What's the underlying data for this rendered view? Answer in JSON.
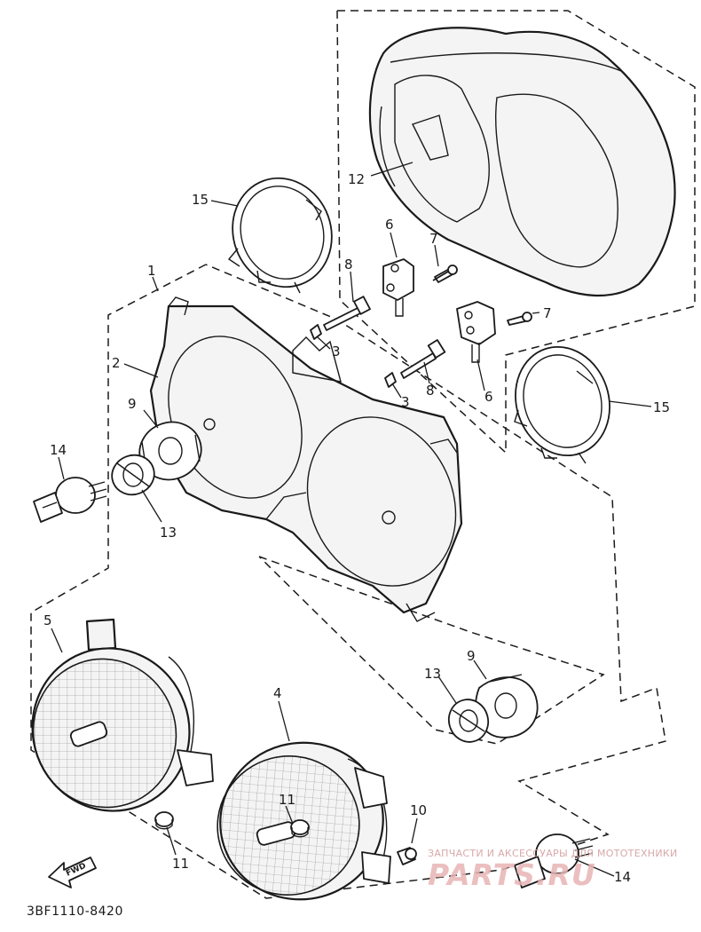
{
  "diagram": {
    "callouts": {
      "c1": "1",
      "c2": "2",
      "c3a": "3",
      "c3b": "3",
      "c4": "4",
      "c5": "5",
      "c6a": "6",
      "c6b": "6",
      "c7a": "7",
      "c7b": "7",
      "c8a": "8",
      "c8b": "8",
      "c9a": "9",
      "c9b": "9",
      "c10": "10",
      "c11a": "11",
      "c11b": "11",
      "c12": "12",
      "c13a": "13",
      "c13b": "13",
      "c14a": "14",
      "c14b": "14",
      "c15a": "15",
      "c15b": "15"
    },
    "fwd_label": "FWD",
    "drawing_code": "3BF1110-8420"
  },
  "watermark": {
    "tagline": "ЗАПЧАСТИ И АКСЕССУАРЫ ДЛЯ МОТОТЕХНИКИ",
    "brand": "PARTS.RU"
  }
}
